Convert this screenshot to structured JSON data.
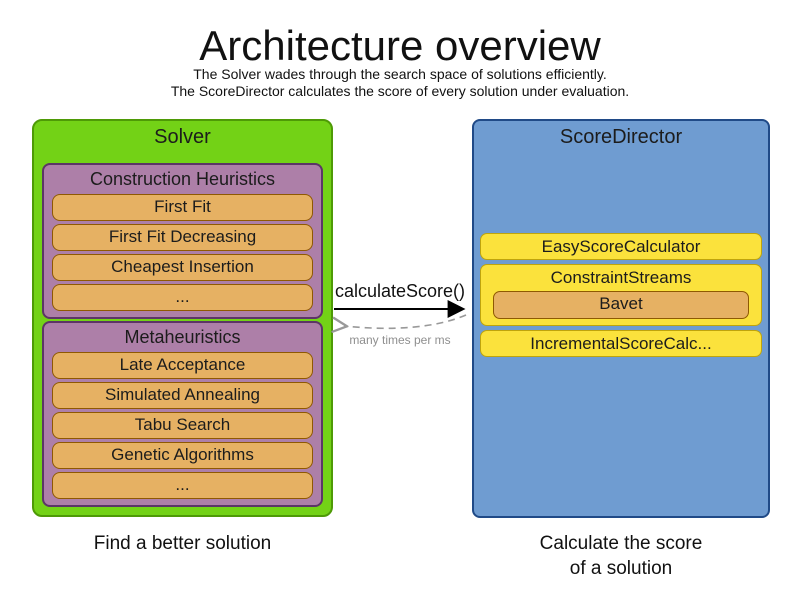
{
  "title": "Architecture overview",
  "subtitle": {
    "line1": "The Solver wades through the search space of solutions efficiently.",
    "line2": "The ScoreDirector calculates the score of every solution under evaluation."
  },
  "solver": {
    "label": "Solver",
    "caption": "Find a better solution",
    "sections": [
      {
        "label": "Construction Heuristics",
        "items": [
          "First Fit",
          "First Fit Decreasing",
          "Cheapest Insertion",
          "..."
        ]
      },
      {
        "label": "Metaheuristics",
        "items": [
          "Late Acceptance",
          "Simulated Annealing",
          "Tabu Search",
          "Genetic Algorithms",
          "..."
        ]
      }
    ]
  },
  "score_director": {
    "label": "ScoreDirector",
    "caption": {
      "line1": "Calculate the score",
      "line2": "of a solution"
    },
    "calculators": [
      {
        "label": "EasyScoreCalculator",
        "children": []
      },
      {
        "label": "ConstraintStreams",
        "children": [
          "Bavet"
        ]
      },
      {
        "label": "IncrementalScoreCalc...",
        "children": []
      }
    ]
  },
  "interaction": {
    "call_label": "calculateScore()",
    "frequency_label": "many times per ms"
  },
  "colors": {
    "solver_fill": "#73d216",
    "solver_border": "#4e9a06",
    "section_fill": "#ad7fa8",
    "section_border": "#5c3566",
    "algorithm_fill": "#e6b163",
    "algorithm_border": "#8f5902",
    "scoredirector_fill": "#6f9cd1",
    "scoredirector_border": "#204a87",
    "calculator_fill": "#fbe23c",
    "calculator_border": "#bfa40c",
    "call_arrow": "#000000",
    "return_arrow": "#999999"
  }
}
